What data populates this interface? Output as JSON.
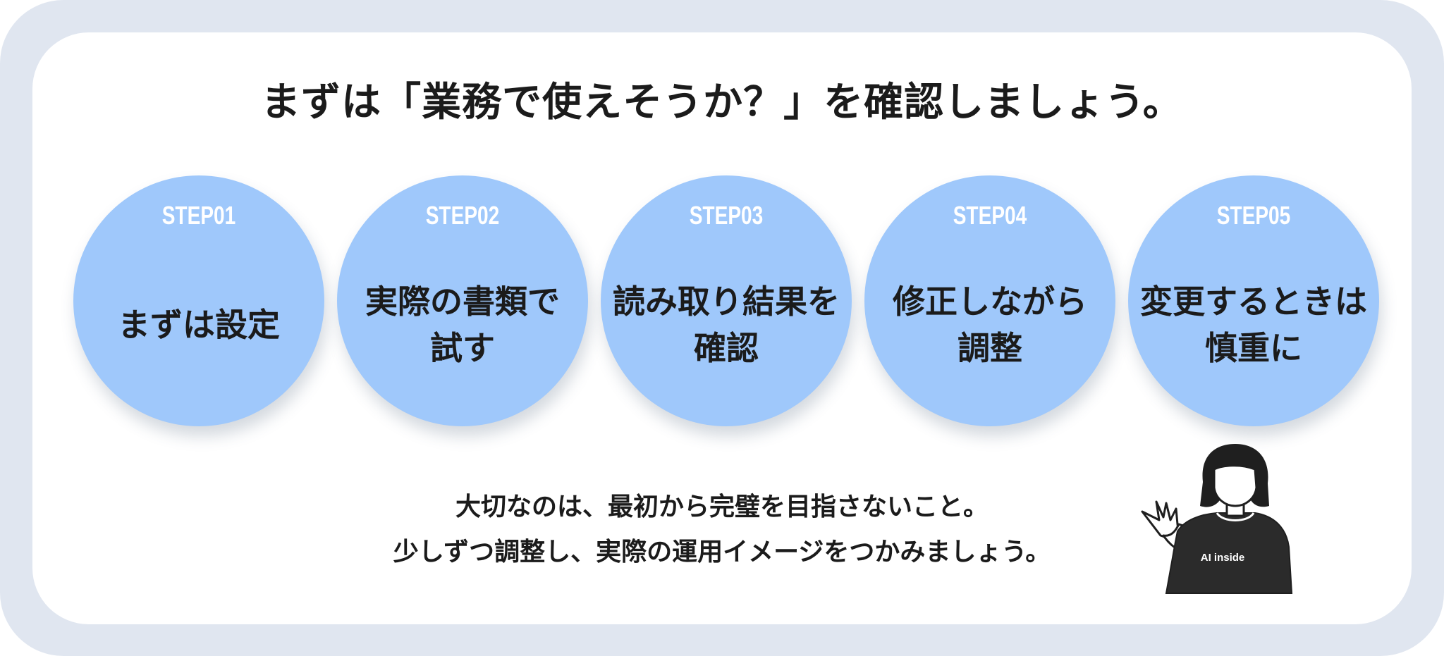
{
  "title": "まずは「業務で使えそうか？」を確認しましょう。",
  "steps": [
    {
      "num": "STEP01",
      "lines": [
        "まずは設定"
      ]
    },
    {
      "num": "STEP02",
      "lines": [
        "実際の書類で",
        "試す"
      ]
    },
    {
      "num": "STEP03",
      "lines": [
        "読み取り結果を",
        "確認"
      ]
    },
    {
      "num": "STEP04",
      "lines": [
        "修正しながら",
        "調整"
      ]
    },
    {
      "num": "STEP05",
      "lines": [
        "変更するときは",
        "慎重に"
      ]
    }
  ],
  "note": {
    "line1": "大切なのは、最初から完璧を目指さないこと。",
    "line2": "少しずつ調整し、実際の運用イメージをつかみましょう。"
  },
  "illustration": {
    "shirt_logo": "AI inside",
    "icon": "presenter-person-icon"
  },
  "colors": {
    "frame": "#e0e6f0",
    "card": "#ffffff",
    "circle": "#9fc8fb",
    "step_label": "#ffffff",
    "text": "#1b1b1b"
  }
}
